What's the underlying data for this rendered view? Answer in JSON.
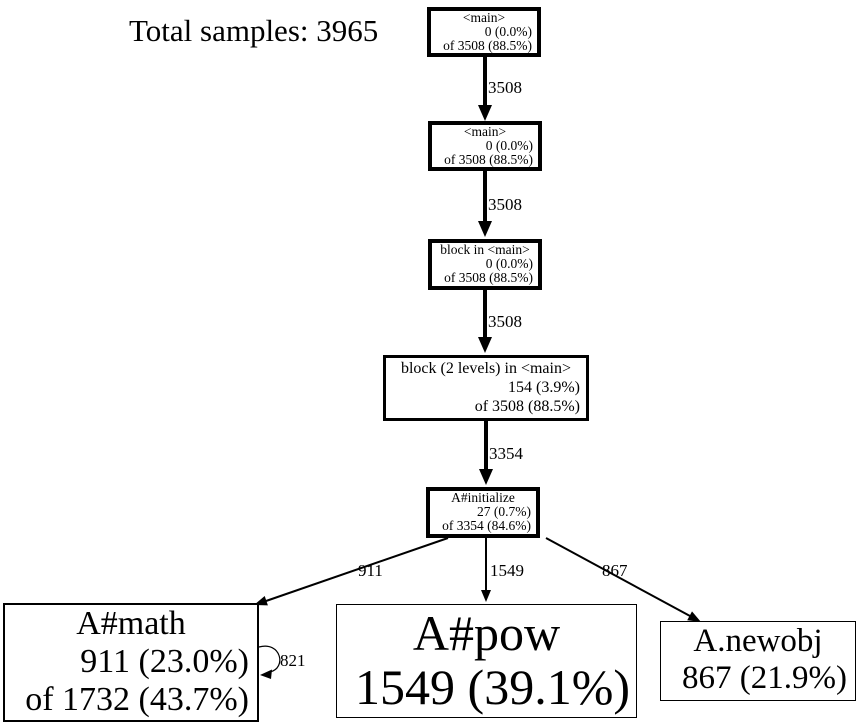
{
  "title": "Total samples: 3965",
  "colors": {
    "background": "#ffffff",
    "node_border": "#000000",
    "text": "#000000"
  },
  "nodes": [
    {
      "name": "main-top",
      "lines": [
        "<main>",
        "0 (0.0%)",
        "of 3508 (88.5%)"
      ]
    },
    {
      "name": "main-second",
      "lines": [
        "<main>",
        "0 (0.0%)",
        "of 3508 (88.5%)"
      ]
    },
    {
      "name": "block-in-main",
      "lines": [
        "block in <main>",
        "0 (0.0%)",
        "of 3508 (88.5%)"
      ]
    },
    {
      "name": "block-2-levels-in-main",
      "lines": [
        "block (2 levels) in <main>",
        "154 (3.9%)",
        "of 3508 (88.5%)"
      ]
    },
    {
      "name": "a-initialize",
      "lines": [
        "A#initialize",
        "27 (0.7%)",
        "of 3354 (84.6%)"
      ]
    },
    {
      "name": "a-math",
      "lines": [
        "A#math",
        "911 (23.0%)",
        "of 1732 (43.7%)"
      ]
    },
    {
      "name": "a-pow",
      "lines": [
        "A#pow",
        "1549 (39.1%)"
      ]
    },
    {
      "name": "a-newobj",
      "lines": [
        "A.newobj",
        "867 (21.9%)"
      ]
    }
  ],
  "edges": [
    {
      "from": "main-top",
      "to": "main-second",
      "label": "3508"
    },
    {
      "from": "main-second",
      "to": "block-in-main",
      "label": "3508"
    },
    {
      "from": "block-in-main",
      "to": "block-2-levels-in-main",
      "label": "3508"
    },
    {
      "from": "block-2-levels-in-main",
      "to": "a-initialize",
      "label": "3354"
    },
    {
      "from": "a-initialize",
      "to": "a-math",
      "label": "911"
    },
    {
      "from": "a-initialize",
      "to": "a-pow",
      "label": "1549"
    },
    {
      "from": "a-initialize",
      "to": "a-newobj",
      "label": "867"
    },
    {
      "from": "a-math",
      "to": "a-math",
      "label": "821"
    }
  ]
}
